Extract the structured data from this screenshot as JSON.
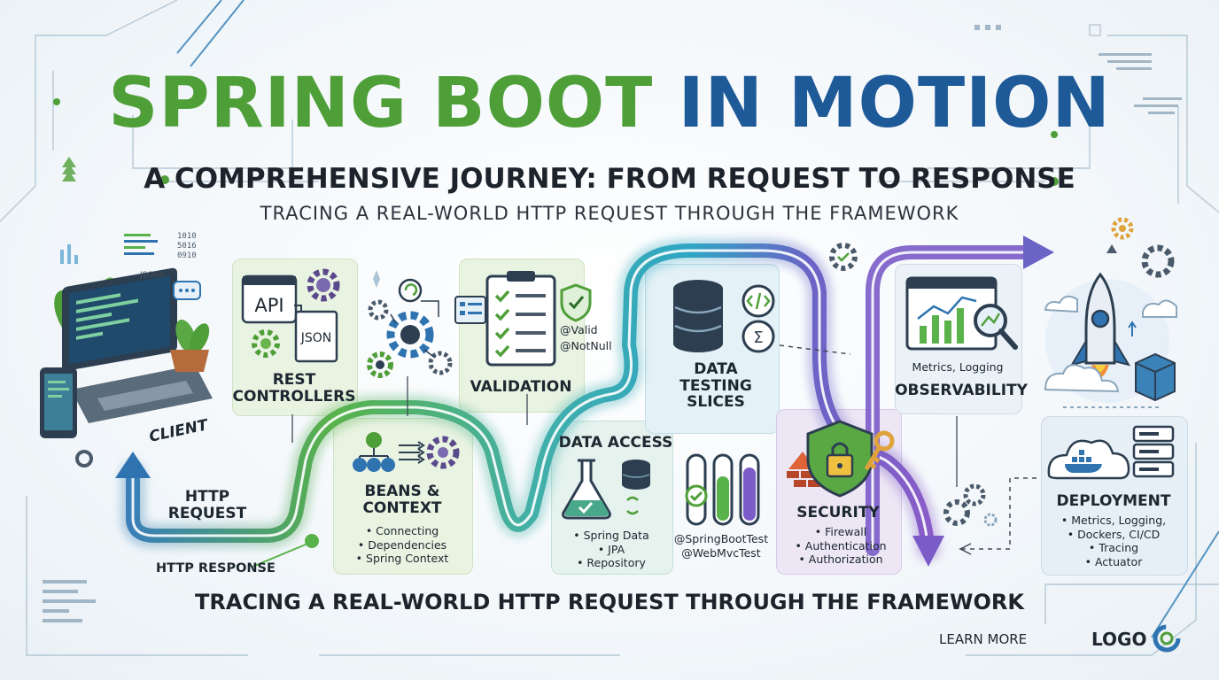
{
  "title": {
    "part1": "SPRING BOOT",
    "part2": "IN MOTION"
  },
  "subtitle": "A COMPREHENSIVE JOURNEY: FROM REQUEST TO RESPONSE",
  "tagline": "TRACING A REAL-WORLD HTTP REQUEST THROUGH THE FRAMEWORK",
  "bottom_tagline": "TRACING A REAL-WORLD HTTP REQUEST THROUGH THE FRAMEWORK",
  "client": {
    "label": "CLIENT",
    "small": "JSONS",
    "codes": [
      "1010",
      "5016",
      "0910"
    ]
  },
  "http_request": "HTTP\nREQUEST",
  "http_response": "HTTP RESPONSE",
  "rest": {
    "label": "REST\nCONTROLLERS",
    "api": "API",
    "json": "JSON"
  },
  "beans": {
    "label": "BEANS &\nCONTEXT",
    "items": [
      "• Connecting",
      "• Dependencies",
      "• Spring Context"
    ]
  },
  "validation": {
    "label": "VALIDATION",
    "ann1": "@Valid",
    "ann2": "@NotNull"
  },
  "data_access": {
    "label": "DATA ACCESS",
    "items": [
      "• Spring Data",
      "• JPA",
      "• Repository"
    ]
  },
  "data_testing": {
    "label": "DATA\nTESTING\nSLICES",
    "ann1": "@SpringBootTest",
    "ann2": "@WebMvcTest"
  },
  "security": {
    "label": "SECURITY",
    "items": [
      "• Firewall",
      "• Authentication",
      "• Authorization"
    ]
  },
  "observability": {
    "label": "OBSERVABILITY",
    "sub": "Metrics, Logging"
  },
  "deployment": {
    "label": "DEPLOYMENT",
    "items": [
      "• Metrics, Logging,",
      "• Dockers, CI/CD",
      "• Tracing",
      "• Actuator"
    ]
  },
  "footer": {
    "learn_more": "LEARN MORE",
    "logo": "LOGO"
  },
  "colors": {
    "green": "#4f9f39",
    "blue": "#1f5a98",
    "teal": "#3aa6b8",
    "purple": "#7a5bc8",
    "dark": "#1d232b"
  }
}
